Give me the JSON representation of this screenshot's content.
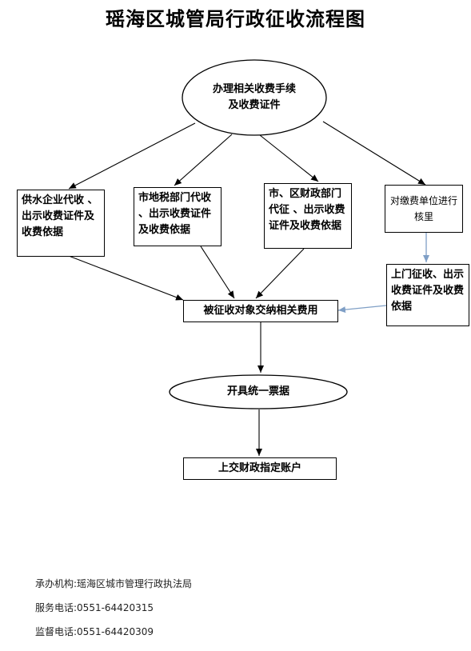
{
  "title": "瑶海区城管局行政征收流程图",
  "nodes": {
    "start": {
      "line1": "办理相关收费手续",
      "line2": "及收费证件"
    },
    "water": "供水企业代收 、出示收费证件及收费依据",
    "city_tax": "市地税部门代收 、出示收费证件及收费依据",
    "district_finance": "市、区财政部门代征 、出示收费证件及收费依据",
    "verify": "对缴费单位进行核里",
    "onsite": "上门征收、出示收费证件及收费依据",
    "pay": "被征收对象交纳相关费用",
    "receipt": "开具统一票据",
    "submit": "上交财政指定账户"
  },
  "footer": {
    "agency": "承办机构:瑶海区城市管理行政执法局",
    "service_phone": "服务电话:0551-64420315",
    "supervise_phone": "监督电话:0551-64420309"
  },
  "colors": {
    "line": "#000000",
    "blue_line": "#7f9fc6"
  }
}
